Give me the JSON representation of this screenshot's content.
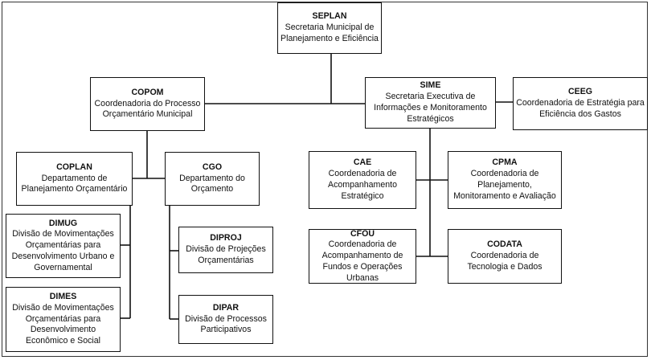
{
  "colors": {
    "line": "#111111",
    "box_border": "#111111",
    "background": "#ffffff"
  },
  "units": {
    "seplan": {
      "abbr": "SEPLAN",
      "full": "Secretaria Municipal de Planejamento e Eficiência"
    },
    "copom": {
      "abbr": "COPOM",
      "full": "Coordenadoria do Processo Orçamentário Municipal"
    },
    "sime": {
      "abbr": "SIME",
      "full": "Secretaria Executiva de Informações e Monitoramento Estratégicos"
    },
    "ceeg": {
      "abbr": "CEEG",
      "full": "Coordenadoria de Estratégia para Eficiência dos Gastos"
    },
    "coplan": {
      "abbr": "COPLAN",
      "full": "Departamento de Planejamento Orçamentário"
    },
    "cgo": {
      "abbr": "CGO",
      "full": "Departamento do Orçamento"
    },
    "dimug": {
      "abbr": "DIMUG",
      "full": "Divisão de Movimentações Orçamentárias para Desenvolvimento Urbano e Governamental"
    },
    "dimes": {
      "abbr": "DIMES",
      "full": "Divisão de Movimentações Orçamentárias para Desenvolvimento Econômico e Social"
    },
    "diproj": {
      "abbr": "DIPROJ",
      "full": "Divisão de Projeções Orçamentárias"
    },
    "dipar": {
      "abbr": "DIPAR",
      "full": "Divisão de Processos Participativos"
    },
    "cae": {
      "abbr": "CAE",
      "full": "Coordenadoria de Acompanhamento Estratégico"
    },
    "cpma": {
      "abbr": "CPMA",
      "full": "Coordenadoria de Planejamento, Monitoramento e Avaliação"
    },
    "cfou": {
      "abbr": "CFOU",
      "full": "Coordenadoria de Acompanhamento de Fundos e Operações Urbanas"
    },
    "codata": {
      "abbr": "CODATA",
      "full": "Coordenadoria de Tecnologia e Dados"
    }
  },
  "links": [
    [
      "seplan",
      "copom"
    ],
    [
      "seplan",
      "sime"
    ],
    [
      "sime",
      "ceeg"
    ],
    [
      "copom",
      "coplan"
    ],
    [
      "copom",
      "cgo"
    ],
    [
      "coplan",
      "dimug"
    ],
    [
      "coplan",
      "dimes"
    ],
    [
      "cgo",
      "diproj"
    ],
    [
      "cgo",
      "dipar"
    ],
    [
      "sime",
      "cae"
    ],
    [
      "sime",
      "cpma"
    ],
    [
      "sime",
      "cfou"
    ],
    [
      "sime",
      "codata"
    ]
  ]
}
